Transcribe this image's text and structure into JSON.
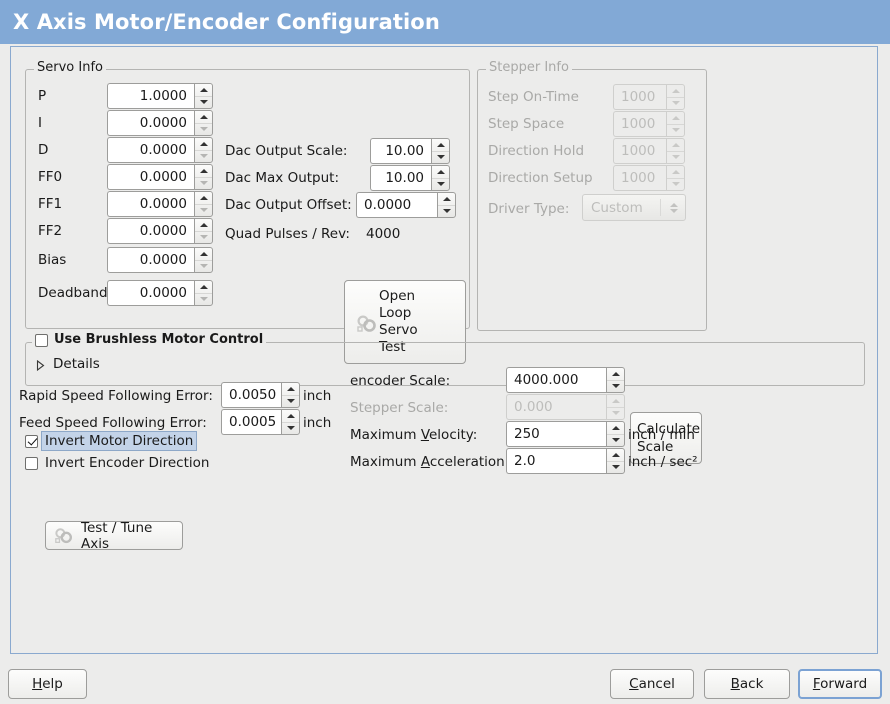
{
  "window": {
    "title": "X Axis Motor/Encoder Configuration",
    "title_bar_color": "#82a9d6",
    "background": "#ececeb"
  },
  "servo": {
    "legend": "Servo Info",
    "rows": [
      {
        "label": "P",
        "value": "1.0000",
        "down_enabled": true
      },
      {
        "label": "I",
        "value": "0.0000",
        "down_enabled": false
      },
      {
        "label": "D",
        "value": "0.0000",
        "down_enabled": false
      },
      {
        "label": "FF0",
        "value": "0.0000",
        "down_enabled": false
      },
      {
        "label": "FF1",
        "value": "0.0000",
        "down_enabled": false
      },
      {
        "label": "FF2",
        "value": "0.0000",
        "down_enabled": false
      },
      {
        "label": "Bias",
        "value": "0.0000",
        "down_enabled": false
      },
      {
        "label": "Deadband",
        "value": "0.0000",
        "down_enabled": false
      }
    ],
    "dac": [
      {
        "label": "Dac Output Scale:",
        "value": "10.00"
      },
      {
        "label": "Dac Max Output:",
        "value": "10.00"
      },
      {
        "label": "Dac Output Offset:",
        "value": "0.0000"
      }
    ],
    "quad_pulses_label": "Quad Pulses / Rev:",
    "quad_pulses_value": "4000",
    "open_loop_button": "Open\nLoop\nServo\nTest",
    "open_loop_lines": [
      "Open",
      "Loop",
      "Servo",
      "Test"
    ]
  },
  "stepper": {
    "legend": "Stepper Info",
    "disabled": true,
    "rows": [
      {
        "label": "Step On-Time",
        "value": "1000"
      },
      {
        "label": "Step Space",
        "value": "1000"
      },
      {
        "label": "Direction Hold",
        "value": "1000"
      },
      {
        "label": "Direction Setup",
        "value": "1000"
      }
    ],
    "driver_type_label": "Driver Type:",
    "driver_type_value": "Custom"
  },
  "brushless": {
    "checkbox_label": "Use Brushless Motor Control",
    "checked": false,
    "details_label": "Details",
    "details_expanded": false
  },
  "errors": {
    "rapid_label": "Rapid Speed Following Error:",
    "rapid_value": "0.0050",
    "rapid_unit": "inch",
    "feed_label": "Feed Speed Following Error:",
    "feed_value": "0.0005",
    "feed_unit": "inch"
  },
  "inverts": {
    "motor_label": "Invert Motor Direction",
    "motor_checked": true,
    "motor_focused": true,
    "encoder_label": "Invert Encoder Direction",
    "encoder_checked": false
  },
  "test_tune_button": "Test / Tune Axis",
  "scales": {
    "encoder_label": "encoder Scale:",
    "encoder_value": "4000.000",
    "stepper_label": "Stepper Scale:",
    "stepper_value": "0.000",
    "stepper_disabled": true,
    "calculate_lines": [
      "Calculate",
      "Scale"
    ],
    "velocity_label_pre": "Maximum ",
    "velocity_label_mnemonic": "V",
    "velocity_label_post": "elocity:",
    "velocity_value": "250",
    "velocity_unit": "inch / min",
    "accel_label_pre": "Maximum ",
    "accel_label_mnemonic": "A",
    "accel_label_post": "cceleration:",
    "accel_value": "2.0",
    "accel_unit": "inch / sec²"
  },
  "footer": {
    "help": {
      "mnemonic": "H",
      "rest": "elp"
    },
    "cancel": {
      "mnemonic": "C",
      "rest": "ancel"
    },
    "back": {
      "mnemonic": "B",
      "rest": "ack"
    },
    "forward": {
      "mnemonic": "F",
      "rest": "orward",
      "focused": true
    }
  }
}
